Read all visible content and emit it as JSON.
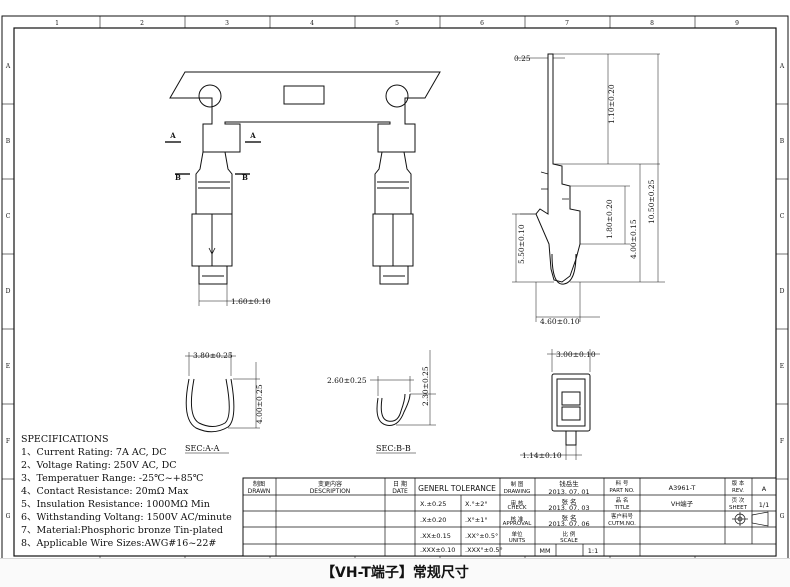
{
  "border": {
    "columns": [
      "1",
      "2",
      "3",
      "4",
      "5",
      "6",
      "7",
      "8",
      "9"
    ],
    "rows": [
      "A",
      "B",
      "C",
      "D",
      "E",
      "F",
      "G"
    ]
  },
  "dimensions": {
    "top_thickness": "0.25",
    "d_1_10": "1.10±0.20",
    "d_1_80": "1.80±0.20",
    "d_10_50": "10.50±0.25",
    "d_4_00_side": "4.00±0.15",
    "d_5_50": "5.50±0.10",
    "d_1_60": "1.60±0.10",
    "d_4_60": "4.60±0.10",
    "d_3_80": "3.80±0.25",
    "d_4_00_sec": "4.00±0.25",
    "d_2_60": "2.60±0.25",
    "d_2_30": "2.30±0.25",
    "d_3_00": "3.00±0.10",
    "d_1_14": "1.14±0.10"
  },
  "section_marks": {
    "a": "A",
    "b": "B"
  },
  "sections": {
    "a": "SEC:A-A",
    "b": "SEC:B-B"
  },
  "specifications": {
    "heading": "SPECIFICATIONS",
    "lines": [
      "1、Current Rating: 7A AC, DC",
      "2、Voltage Rating: 250V AC, DC",
      "3、Temperatuer Range: -25℃~+85℃",
      "4、Contact Resistance: 20mΩ Max",
      "5、Insulation Resistance: 1000MΩ Min",
      "6、Withstanding Voltang: 1500V AC/minute",
      "7、Material:Phosphoric bronze Tin-plated",
      "8、Applicable Wire Sizes:AWG#16~22#"
    ]
  },
  "title_block": {
    "drawn_cn": "制图",
    "drawn_en": "DRAWN",
    "desc_cn": "变更内容",
    "desc_en": "DESCRIPTION",
    "date_cn": "日 期",
    "date_en": "DATE",
    "tolerance_title": "GENERL TOLERANCE",
    "tol_x": "X.±0.25",
    "tol_x_deg": "X.°±2°",
    "tol_xx": ".X±0.20",
    "tol_xx_deg": ".X°±1°",
    "tol_xxx": ".XX±0.15",
    "tol_xxx_deg": ".XX°±0.5°",
    "tol_xxxx": ".XXX±0.10",
    "tol_xxxx_deg": ".XXX°±0.5°",
    "drawing_cn": "制 图",
    "drawing_en": "DRAWING",
    "drawing_name": "钱岳生",
    "drawing_date": "2013. 07. 01",
    "check_cn": "审 核",
    "check_en": "CHECK",
    "check_name": "张 名",
    "check_date": "2013. 07. 03",
    "approval_cn": "核 准",
    "approval_en": "APPROVAL",
    "approval_name": "张 名",
    "approval_date": "2013. 07. 06",
    "units_cn": "单位",
    "units_en": "UNITS",
    "units_value": "MM",
    "scale_cn": "比 例",
    "scale_en": "SCALE",
    "scale_value": "1:1",
    "partno_cn": "料 号",
    "partno_en": "PART NO.",
    "partno_value": "A3961-T",
    "title_cn": "品 名",
    "title_en": "TITLE",
    "title_value": "VH端子",
    "cust_cn": "客户料号",
    "cust_en": "CUTM.NO.",
    "rev_cn": "版 本",
    "rev_en": "REV.",
    "rev_value": "A",
    "sheet_cn": "页 次",
    "sheet_en": "SHEET",
    "sheet_value": "1/1"
  },
  "caption": "【VH-T端子】常规尺寸"
}
